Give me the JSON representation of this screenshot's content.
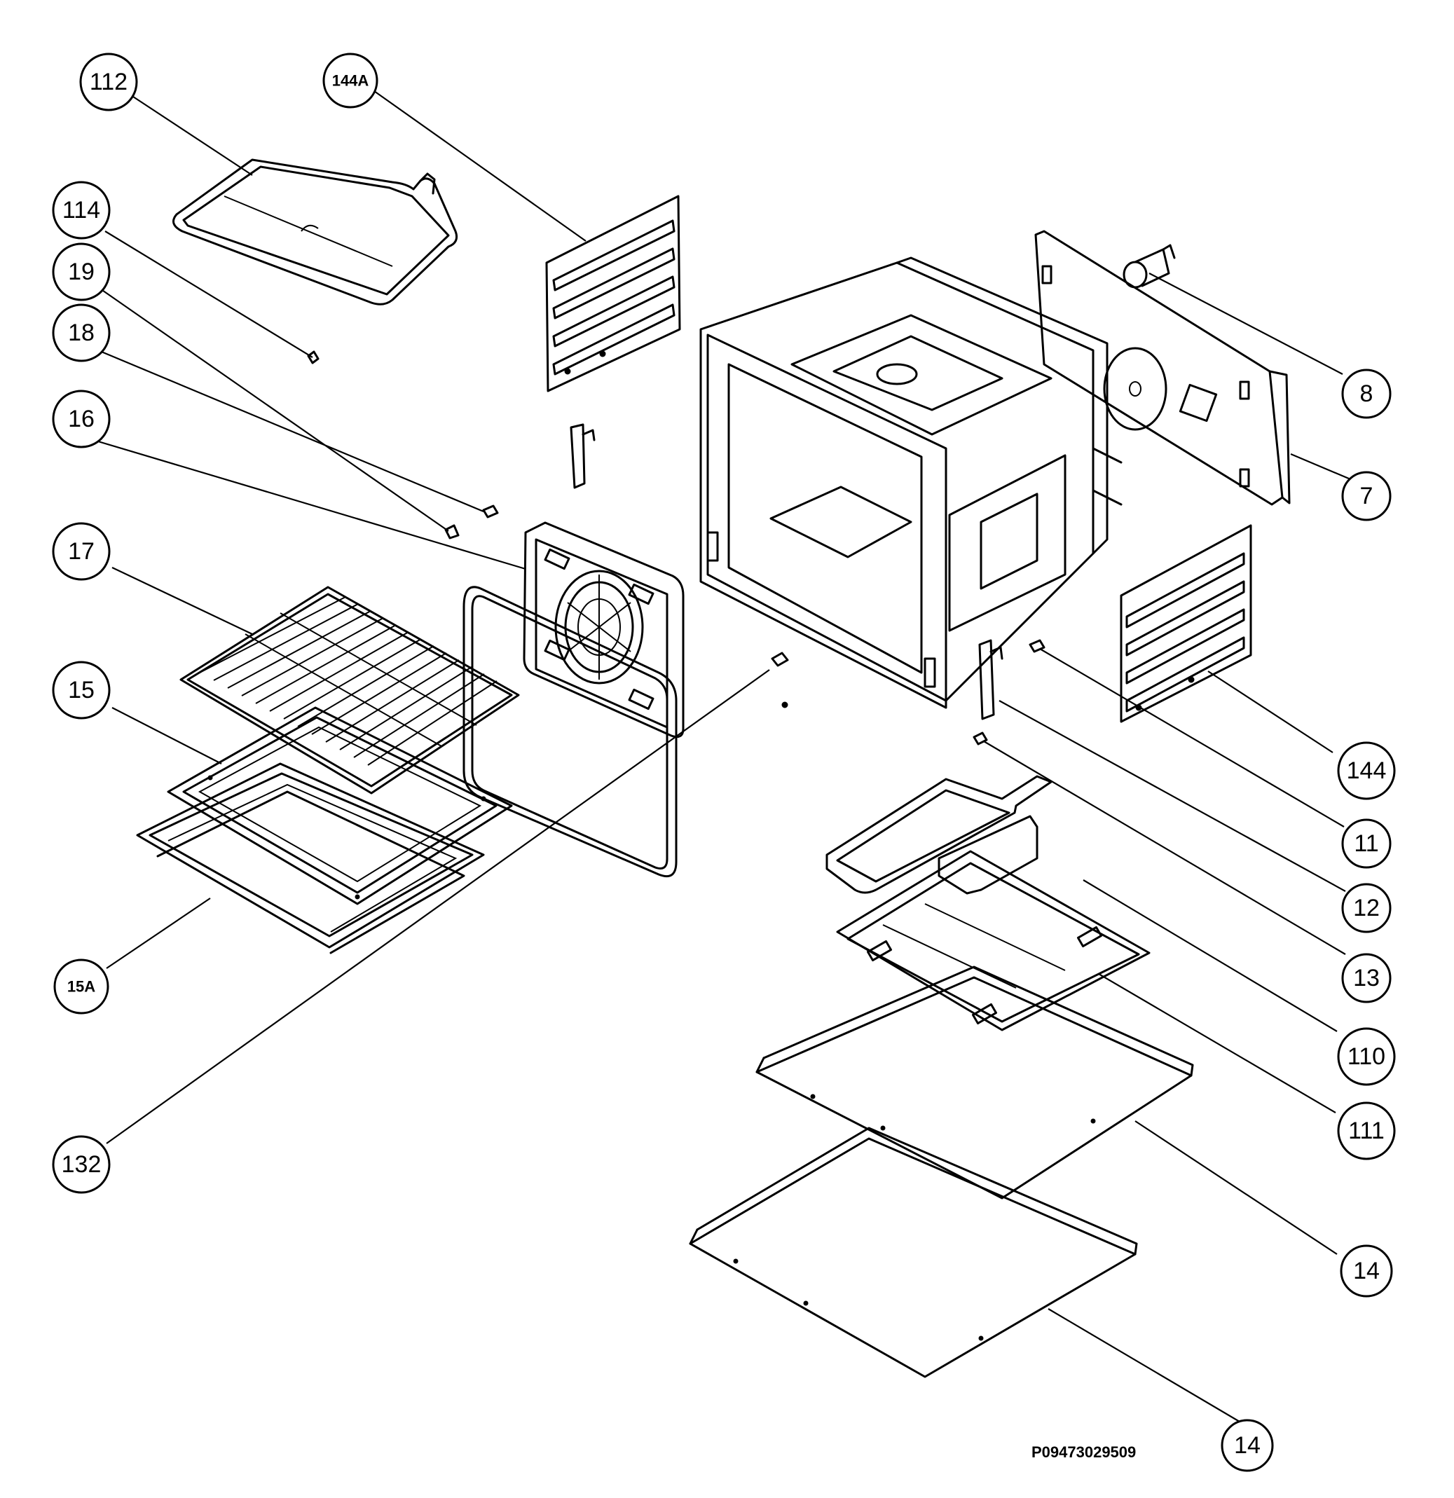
{
  "diagram": {
    "part_number": "P09473029509",
    "callouts": [
      {
        "id": "c112",
        "label": "112"
      },
      {
        "id": "c144A",
        "label": "144A"
      },
      {
        "id": "c114",
        "label": "114"
      },
      {
        "id": "c19",
        "label": "19"
      },
      {
        "id": "c18",
        "label": "18"
      },
      {
        "id": "c16",
        "label": "16"
      },
      {
        "id": "c17",
        "label": "17"
      },
      {
        "id": "c15",
        "label": "15"
      },
      {
        "id": "c15A",
        "label": "15A"
      },
      {
        "id": "c132",
        "label": "132"
      },
      {
        "id": "c8",
        "label": "8"
      },
      {
        "id": "c7",
        "label": "7"
      },
      {
        "id": "c144",
        "label": "144"
      },
      {
        "id": "c11",
        "label": "11"
      },
      {
        "id": "c12",
        "label": "12"
      },
      {
        "id": "c13",
        "label": "13"
      },
      {
        "id": "c110",
        "label": "110"
      },
      {
        "id": "c111",
        "label": "111"
      },
      {
        "id": "c14a",
        "label": "14"
      },
      {
        "id": "c14b",
        "label": "14"
      }
    ]
  }
}
